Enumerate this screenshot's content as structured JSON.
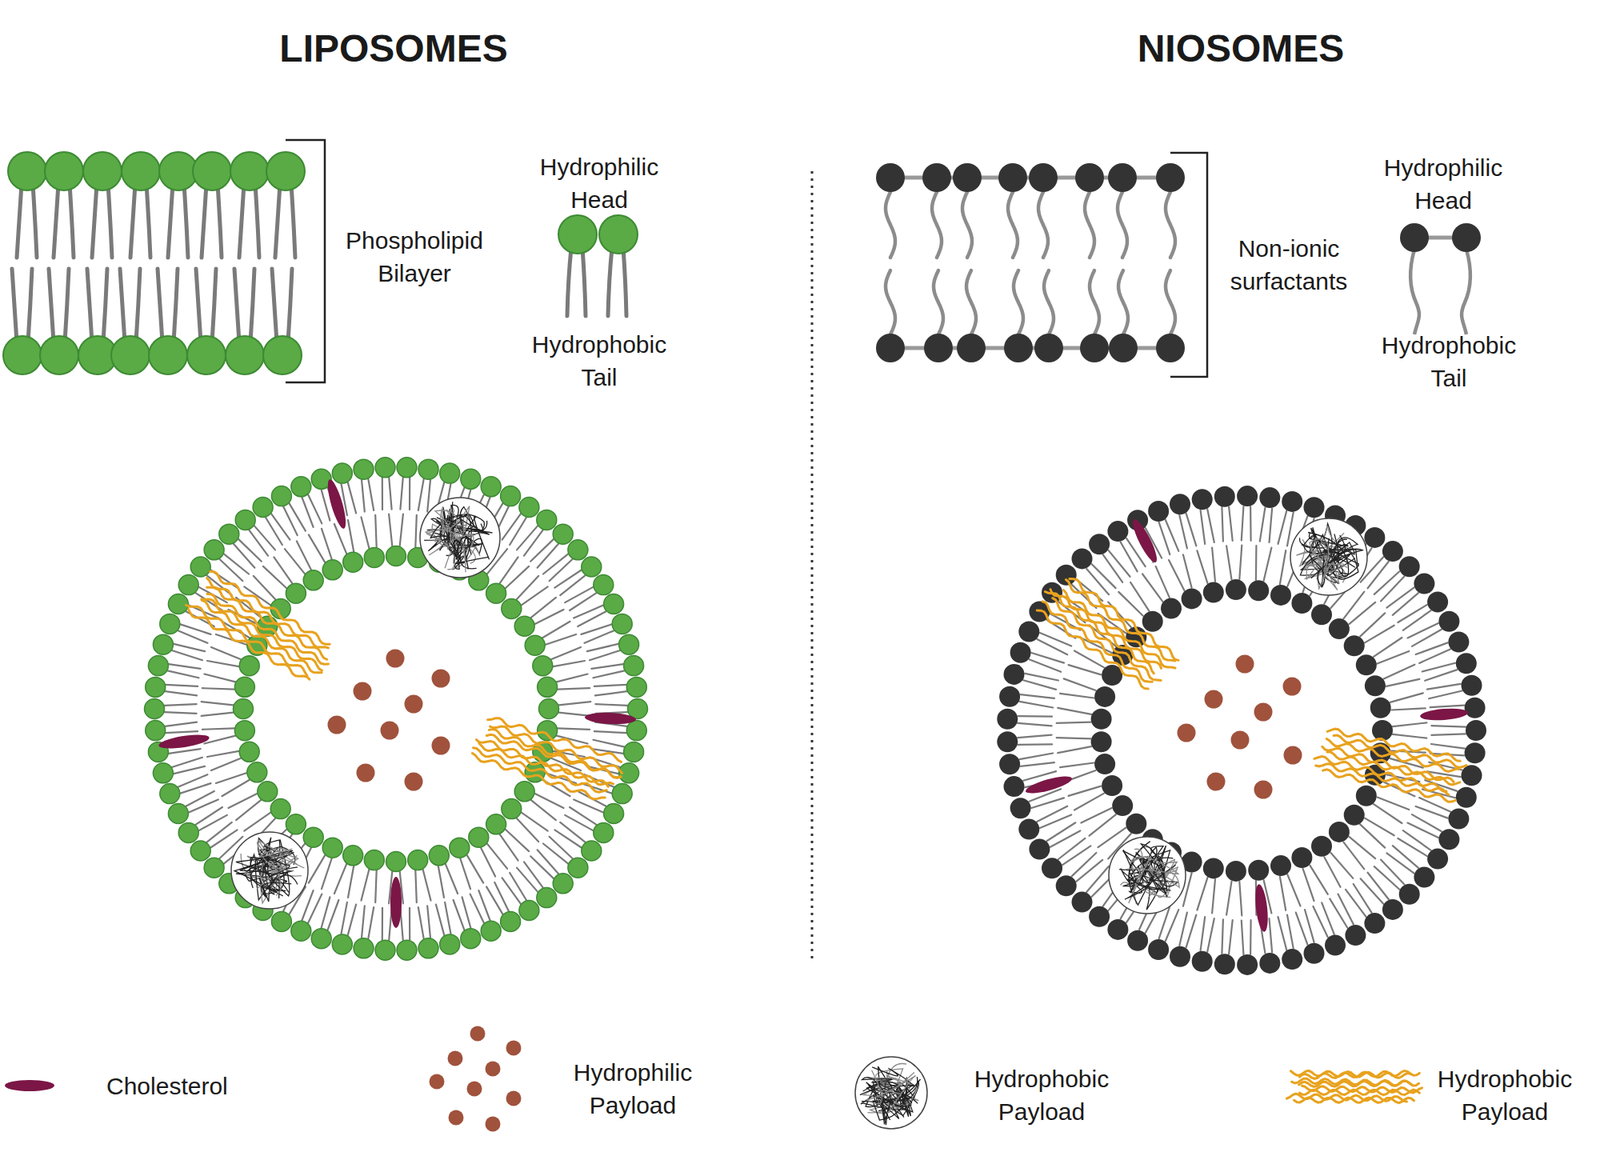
{
  "diagram": {
    "labels": [
      "LIPOSOMES",
      "Phospholipid Bilayer",
      "Hydrophilic Head",
      "Hydrophobic Tail",
      "NIOSOMES",
      "Non-ionic surfactants",
      "Hydrophilic Head",
      "Hydrophobic Tail"
    ],
    "legend": [
      {
        "text": "Cholesterol"
      },
      {
        "text": "Hydrophilic Payload"
      },
      {
        "text": "Hydrophobic Payload"
      },
      {
        "text": "Hydrophobic Payload"
      }
    ]
  }
}
